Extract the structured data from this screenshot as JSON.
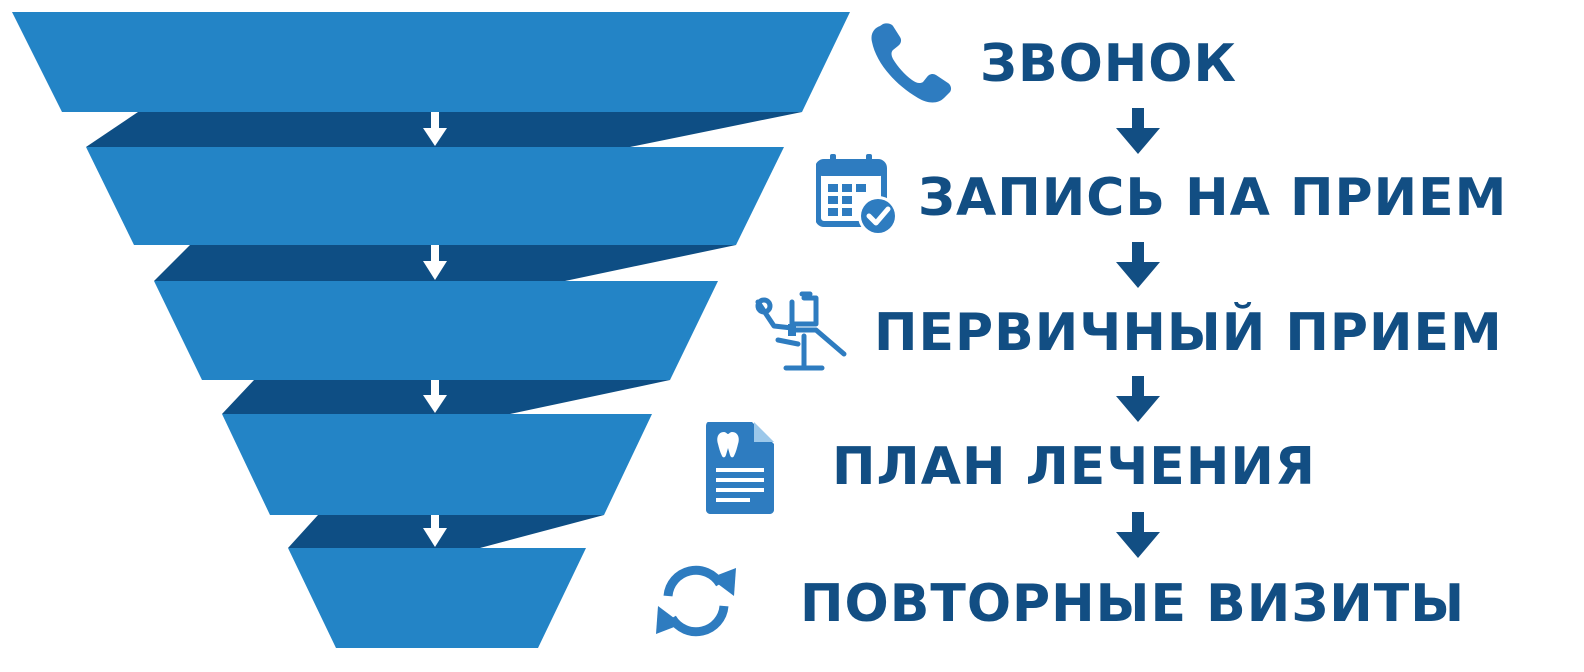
{
  "colors": {
    "funnel_face": "#2384c6",
    "funnel_shadow": "#0e4e84",
    "label_text": "#124e83",
    "icon": "#2e7cc0",
    "arrow": "#124e83",
    "funnel_arrow": "#ffffff"
  },
  "stages": [
    {
      "label": "ЗВОНОК",
      "icon": "phone-icon"
    },
    {
      "label": "ЗАПИСЬ НА ПРИЕМ",
      "icon": "calendar-check-icon"
    },
    {
      "label": "ПЕРВИЧНЫЙ ПРИЕМ",
      "icon": "dental-chair-icon"
    },
    {
      "label": "ПЛАН ЛЕЧЕНИЯ",
      "icon": "tooth-document-icon"
    },
    {
      "label": "ПОВТОРНЫЕ ВИЗИТЫ",
      "icon": "refresh-cycle-icon"
    }
  ]
}
